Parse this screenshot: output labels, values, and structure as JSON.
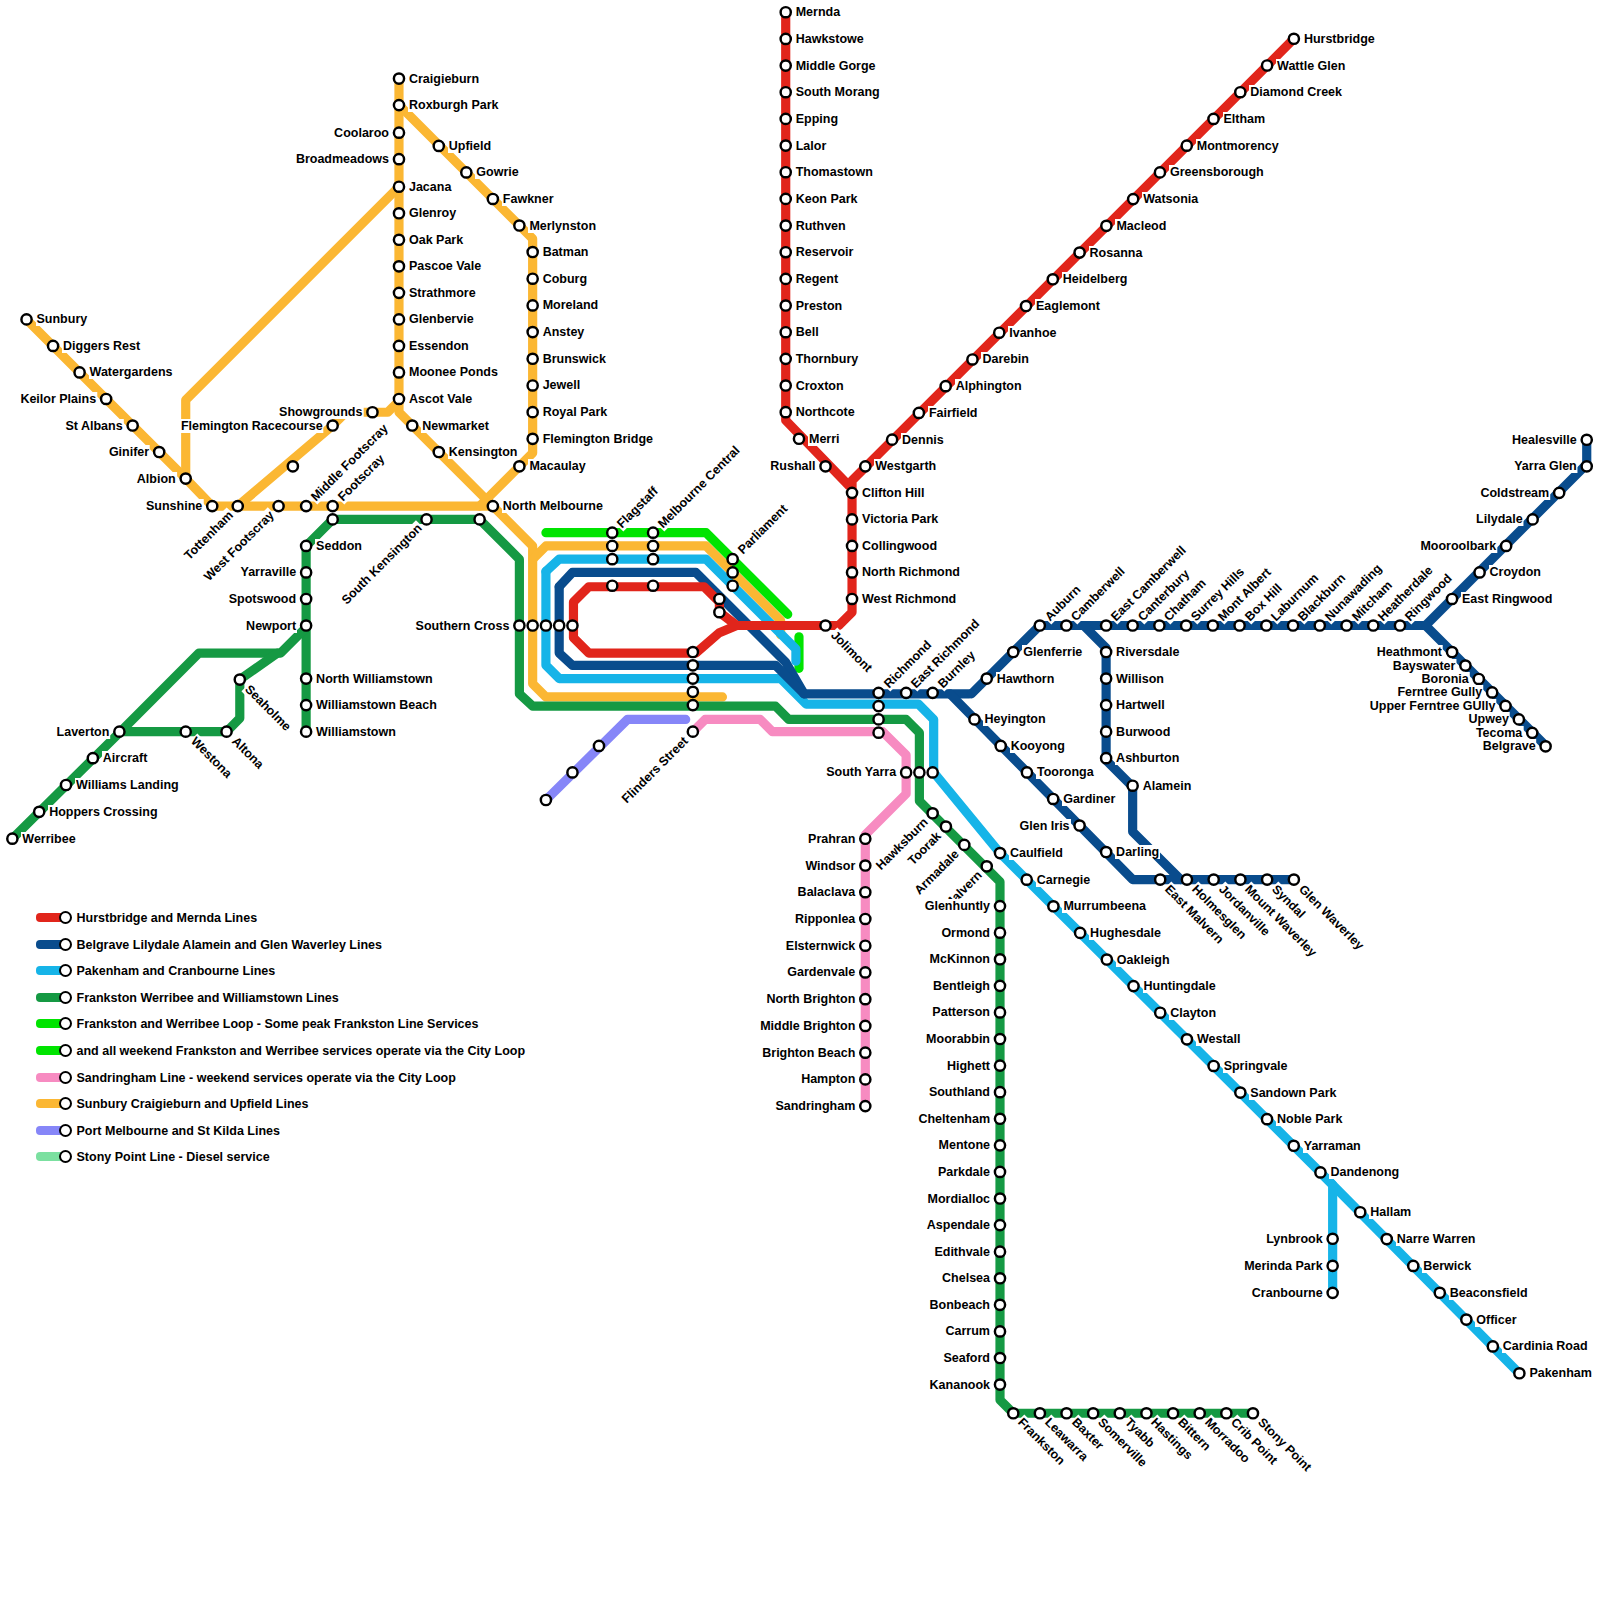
{
  "diagram": {
    "labels": [
      "Mernda",
      "Hawkstowe",
      "Middle Gorge",
      "South Morang",
      "Epping",
      "Lalor",
      "Thomastown",
      "Keon Park",
      "Ruthven",
      "Reservoir",
      "Regent",
      "Preston",
      "Bell",
      "Thornbury",
      "Croxton",
      "Northcote",
      "Merri",
      "Rushall",
      "Clifton Hill",
      "Victoria Park",
      "Collingwood",
      "North Richmond",
      "West Richmond",
      "Jolimont",
      "Hurstbridge",
      "Wattle Glen",
      "Diamond Creek",
      "Eltham",
      "Montmorency",
      "Greensborough",
      "Watsonia",
      "Macleod",
      "Rosanna",
      "Heidelberg",
      "Eaglemont",
      "Ivanhoe",
      "Darebin",
      "Alphington",
      "Fairfield",
      "Dennis",
      "Westgarth",
      "Flagstaff",
      "Melbourne Central",
      "Parliament",
      "Southern Cross",
      "Flinders Street",
      "Richmond",
      "East Richmond",
      "Burnley",
      "Hawthorn",
      "Glenferrie",
      "Auburn",
      "Camberwell",
      "East Camberwell",
      "Canterbury",
      "Chatham",
      "Surrey Hills",
      "Mont Albert",
      "Box Hill",
      "Laburnum",
      "Blackburn",
      "Nunawading",
      "Mitcham",
      "Heatherdale",
      "Ringwood",
      "East Ringwood",
      "Croydon",
      "Mooroolbark",
      "Lilydale",
      "Coldstream",
      "Yarra Glen",
      "Healesville",
      "Heathmont",
      "Bayswater",
      "Boronia",
      "Ferntree Gully",
      "Upper Ferntree GUlly",
      "Upwey",
      "Tecoma",
      "Belgrave",
      "Riversdale",
      "Willison",
      "Hartwell",
      "Burwood",
      "Ashburton",
      "Alamein",
      "Heyington",
      "Kooyong",
      "Tooronga",
      "Gardiner",
      "Glen Iris",
      "Darling",
      "East Malvern",
      "Holmesglen",
      "Jordanville",
      "Mount Waverley",
      "Syndal",
      "Glen Waverley",
      "South Yarra",
      "Hawksburn",
      "Toorak",
      "Armadale",
      "Malvern",
      "Caulfield",
      "Carnegie",
      "Murrumbeena",
      "Hughesdale",
      "Oakleigh",
      "Huntingdale",
      "Clayton",
      "Westall",
      "Springvale",
      "Sandown Park",
      "Noble Park",
      "Yarraman",
      "Dandenong",
      "Hallam",
      "Narre Warren",
      "Berwick",
      "Beaconsfield",
      "Officer",
      "Cardinia Road",
      "Pakenham",
      "Lynbrook",
      "Merinda Park",
      "Cranbourne",
      "Glenhuntly",
      "Ormond",
      "McKinnon",
      "Bentleigh",
      "Patterson",
      "Moorabbin",
      "Highett",
      "Southland",
      "Cheltenham",
      "Mentone",
      "Parkdale",
      "Mordialloc",
      "Aspendale",
      "Edithvale",
      "Chelsea",
      "Bonbeach",
      "Carrum",
      "Seaford",
      "Kananook",
      "Frankston",
      "Leawarra",
      "Baxter",
      "Somerville",
      "Tyabb",
      "Hastings",
      "Bittern",
      "Morradoo",
      "Crib Point",
      "Stony Point",
      "Prahran",
      "Windsor",
      "Balaclava",
      "Ripponlea",
      "Elsternwick",
      "Gardenvale",
      "North Brighton",
      "Middle Brighton",
      "Brighton Beach",
      "Hampton",
      "Sandringham",
      "Seddon",
      "Yarraville",
      "Spotswood",
      "Newport",
      "North Williamstown",
      "Williamstown Beach",
      "Williamstown",
      "Laverton",
      "Aircraft",
      "Williams Landing",
      "Hoppers Crossing",
      "Werribee",
      "Westona",
      "Altona",
      "Seaholme",
      "South Kensington",
      "Footscray",
      "Middle Footscray",
      "West Footscray",
      "Tottenham",
      "Sunshine",
      "Albion",
      "Ginifer",
      "St Albans",
      "Keilor Plains",
      "Watergardens",
      "Diggers Rest",
      "Sunbury",
      "Flemington Racecourse",
      "Showgrounds",
      "Craigieburn",
      "Roxburgh Park",
      "Coolaroo",
      "Broadmeadows",
      "Jacana",
      "Glenroy",
      "Oak Park",
      "Pascoe Vale",
      "Strathmore",
      "Glenbervie",
      "Essendon",
      "Moonee Ponds",
      "Ascot Vale",
      "Newmarket",
      "Kensington",
      "North Melbourne",
      "Upfield",
      "Gowrie",
      "Fawkner",
      "Merlynston",
      "Batman",
      "Coburg",
      "Moreland",
      "Anstey",
      "Brunswick",
      "Jewell",
      "Royal Park",
      "Flemington Bridge",
      "Macaulay"
    ],
    "legend": [
      {
        "text": "Hurstbridge and Mernda Lines",
        "color": "#e1251b"
      },
      {
        "text": "Belgrave Lilydale Alamein and Glen Waverley Lines",
        "color": "#094c8d"
      },
      {
        "text": "Pakenham and Cranbourne Lines",
        "color": "#16b4e8"
      },
      {
        "text": "Frankston Werribee and Williamstown Lines",
        "color": "#159943"
      },
      {
        "text": "Frankston and Werribee Loop - Some peak Frankston Line Services",
        "color": "#00e400"
      },
      {
        "text": "and all weekend Frankston and Werribee services operate via the City Loop",
        "color": "#00e400"
      },
      {
        "text": "Sandringham Line - weekend services operate via the City Loop",
        "color": "#f78bc1"
      },
      {
        "text": "Sunbury Craigieburn and Upfield Lines",
        "color": "#fbb733"
      },
      {
        "text": "Port Melbourne and St Kilda Lines",
        "color": "#8686f8"
      },
      {
        "text": "Stony Point Line - Diesel service",
        "color": "#7be0a0"
      }
    ]
  }
}
